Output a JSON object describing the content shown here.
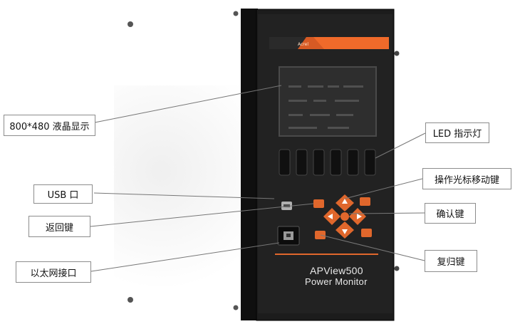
{
  "device": {
    "model": "APView500",
    "subtitle": "Power Monitor",
    "brand_strip": "Acrel"
  },
  "labels": {
    "lcd": "800*480 液晶显示",
    "usb": "USB 口",
    "back": "返回键",
    "ethernet": "以太网接口",
    "led": "LED 指示灯",
    "cursor": "操作光标移动键",
    "confirm": "确认键",
    "reset": "复归键"
  },
  "colors": {
    "panel": "#1a1a1a",
    "accent": "#e0672c",
    "line": "#777777"
  }
}
